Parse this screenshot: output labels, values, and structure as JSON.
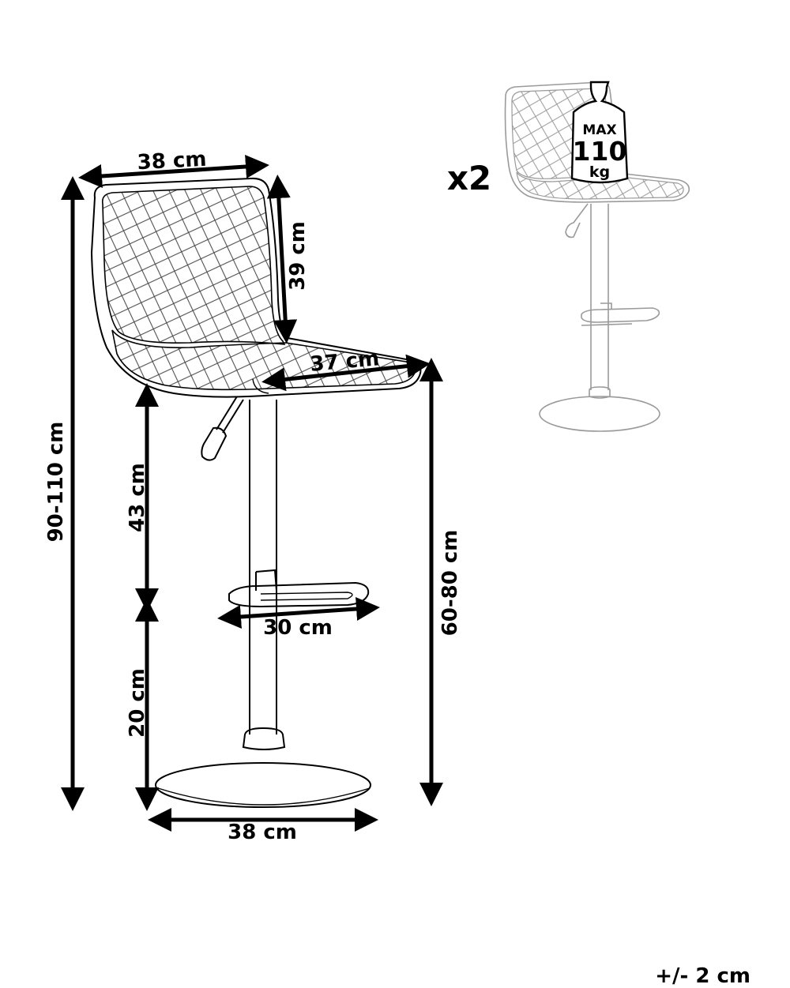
{
  "dimensions": {
    "seat_width_top": "38 cm",
    "back_height": "39 cm",
    "seat_depth": "37 cm",
    "overall_height": "90-110 cm",
    "seat_height": "60-80 cm",
    "footrest_to_seat": "43 cm",
    "footrest_height": "20 cm",
    "footrest_width": "30 cm",
    "base_width": "38 cm"
  },
  "quantity": "x2",
  "max_load": {
    "label": "MAX",
    "value": "110",
    "unit": "kg"
  },
  "tolerance": "+/- 2 cm"
}
